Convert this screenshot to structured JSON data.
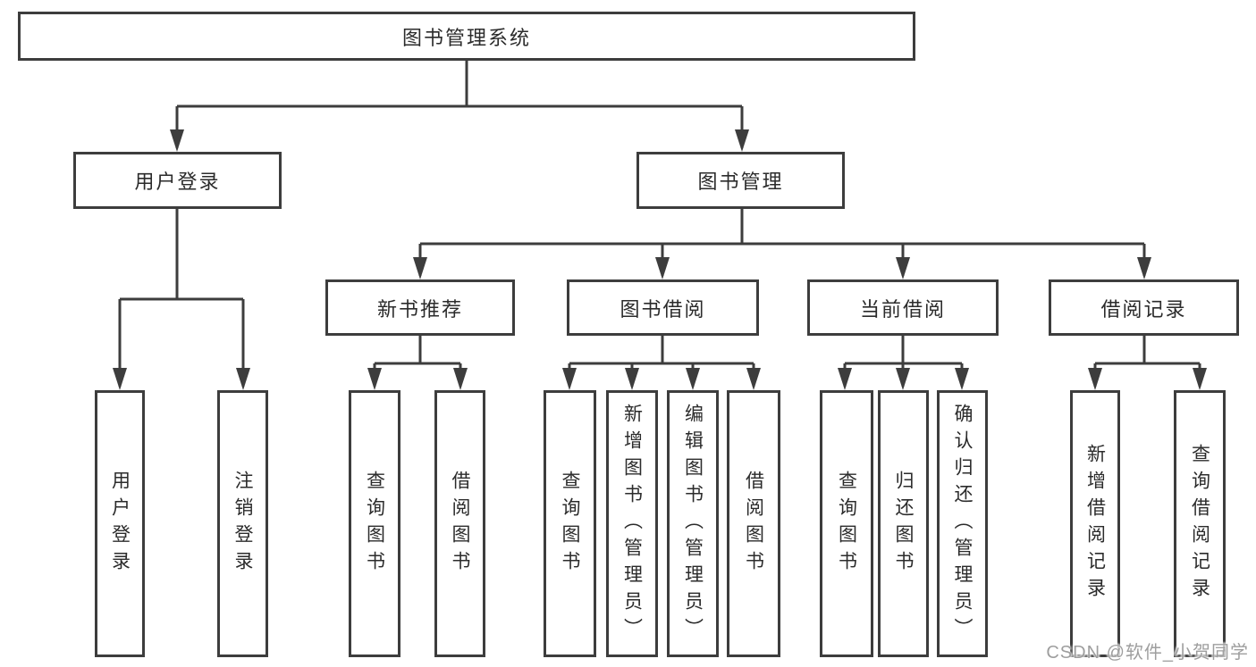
{
  "diagram": {
    "title": "图书管理系统",
    "branches": [
      {
        "label": "用户登录",
        "leaves": [
          "用户登录",
          "注销登录"
        ]
      },
      {
        "label": "图书管理",
        "groups": [
          {
            "label": "新书推荐",
            "leaves": [
              "查询图书",
              "借阅图书"
            ]
          },
          {
            "label": "图书借阅",
            "leaves": [
              "查询图书",
              "新增图书（管理员）",
              "编辑图书（管理员）",
              "借阅图书"
            ]
          },
          {
            "label": "当前借阅",
            "leaves": [
              "查询图书",
              "归还图书",
              "确认归还（管理员）"
            ]
          },
          {
            "label": "借阅记录",
            "leaves": [
              "新增借阅记录",
              "查询借阅记录"
            ]
          }
        ]
      }
    ]
  },
  "watermark": "CSDN @软件_小贺同学",
  "colors": {
    "line": "#3d3d3d",
    "border": "#3d3d3d",
    "text": "#2b2b2b",
    "watermark": "#9e9e9e",
    "background": "#ffffff"
  }
}
